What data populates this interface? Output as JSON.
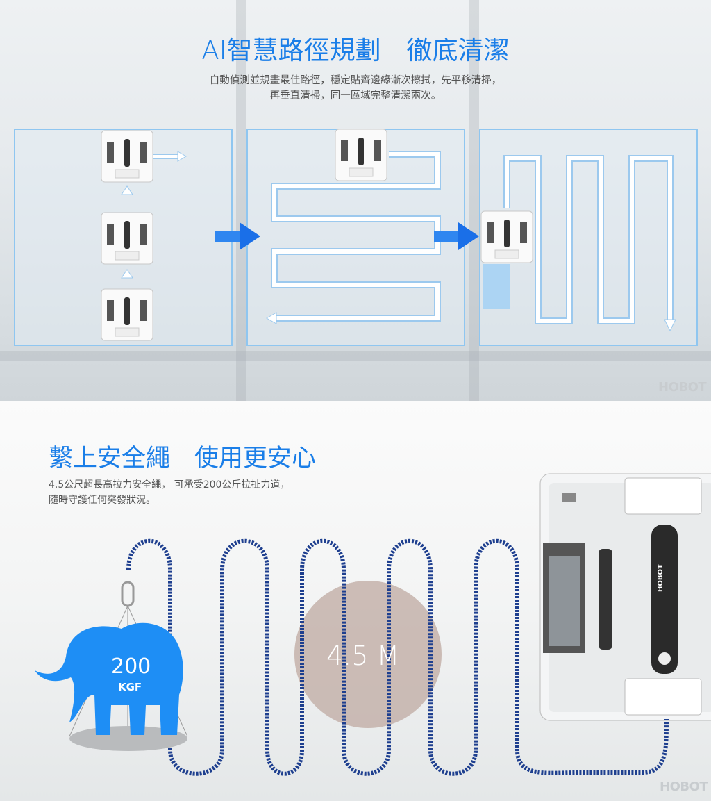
{
  "section1": {
    "title": "AI智慧路徑規劃　徹底清潔",
    "description_line1": "自動偵測並規畫最佳路徑，穩定貼齊邊緣漸次擦拭，先平移清掃，",
    "description_line2": "再垂直清掃，同一區域完整清潔兩次。",
    "watermark": "HOBOT"
  },
  "section2": {
    "title": "繫上安全繩　使用更安心",
    "description_line1": "4.5公尺超長高拉力安全繩， 可承受200公斤拉扯力道，",
    "description_line2": "隨時守護任何突發狀況。",
    "weight_value": "200",
    "weight_unit": "KGF",
    "rope_length": "4.5 M",
    "device_brand": "HOBOT",
    "watermark": "HOBOT"
  },
  "colors": {
    "accent": "#1a7ee8",
    "rope": "#1e3f8f",
    "elephant": "#1e8ef5"
  }
}
